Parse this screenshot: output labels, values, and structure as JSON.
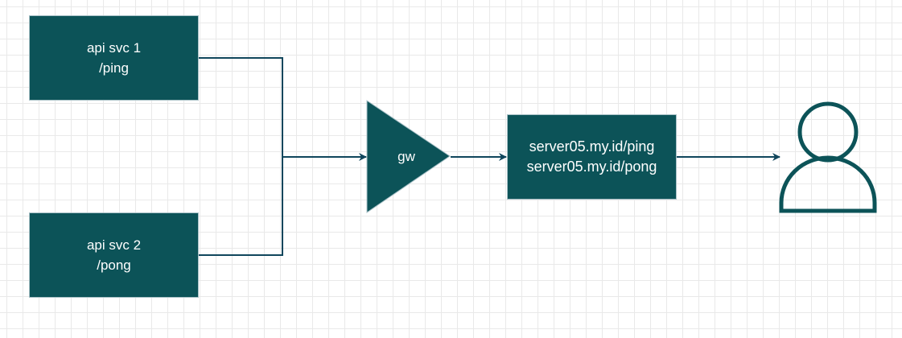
{
  "diagram": {
    "services": [
      {
        "name": "api svc 1",
        "path": "/ping"
      },
      {
        "name": "api svc 2",
        "path": "/pong"
      }
    ],
    "gateway": {
      "label": "gw"
    },
    "server": {
      "lines": [
        "server05.my.id/ping",
        "server05.my.id/pong"
      ]
    },
    "user": {
      "icon": "user-icon"
    },
    "colors": {
      "node_fill": "#0c5358",
      "node_stroke": "#a9c1c7",
      "connector": "#10465c",
      "text": "#ffffff",
      "user_icon": "#0c5358",
      "grid": "#e9e9e9"
    }
  }
}
